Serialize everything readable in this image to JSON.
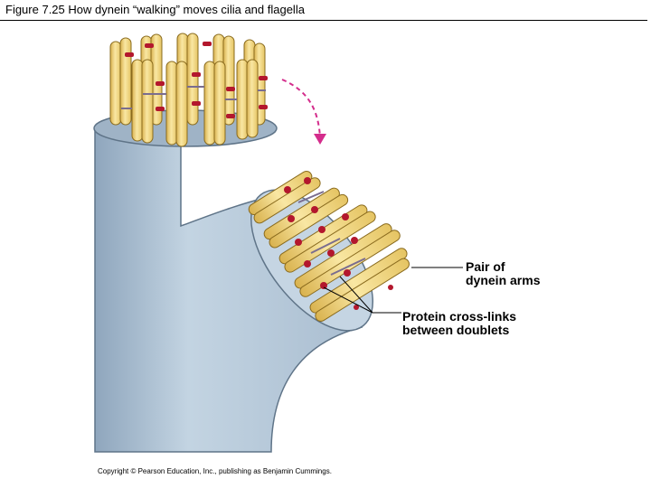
{
  "slide": {
    "title": "Figure 7.25  How dynein “walking” moves cilia and flagella"
  },
  "figure": {
    "labels": {
      "dynein_line1": "Pair of",
      "dynein_line2": "dynein arms",
      "crosslinks_line1": "Protein cross-links",
      "crosslinks_line2": "between doublets"
    },
    "colors": {
      "membrane": "#b9ccdc",
      "membrane_shadow": "#8fa6bd",
      "microtubule": "#f6dc86",
      "microtubule_stripe": "#d9b24e",
      "dynein": "#b3172d",
      "cross_link": "#7a6d8f",
      "arrow": "#d42d8c"
    }
  },
  "footer": {
    "copyright": "Copyright © Pearson Education, Inc., publishing as Benjamin Cummings."
  }
}
